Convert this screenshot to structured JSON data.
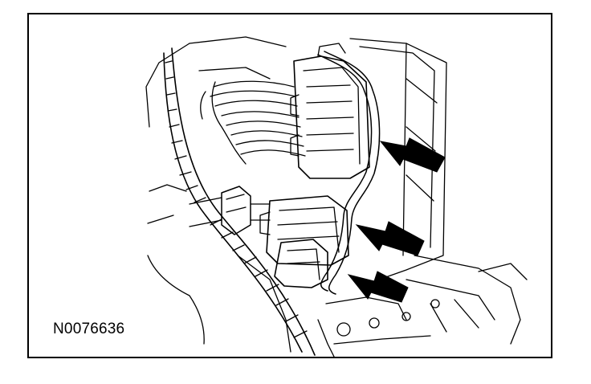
{
  "figure": {
    "id_label": "N0076636",
    "ink_color": "#000000",
    "background_color": "#ffffff",
    "callouts": [
      {
        "name": "upper-callout-arrow",
        "icon": "arrow-left-icon"
      },
      {
        "name": "middle-callout-arrow",
        "icon": "arrow-left-icon"
      },
      {
        "name": "lower-callout-arrow",
        "icon": "arrow-left-icon"
      }
    ]
  }
}
